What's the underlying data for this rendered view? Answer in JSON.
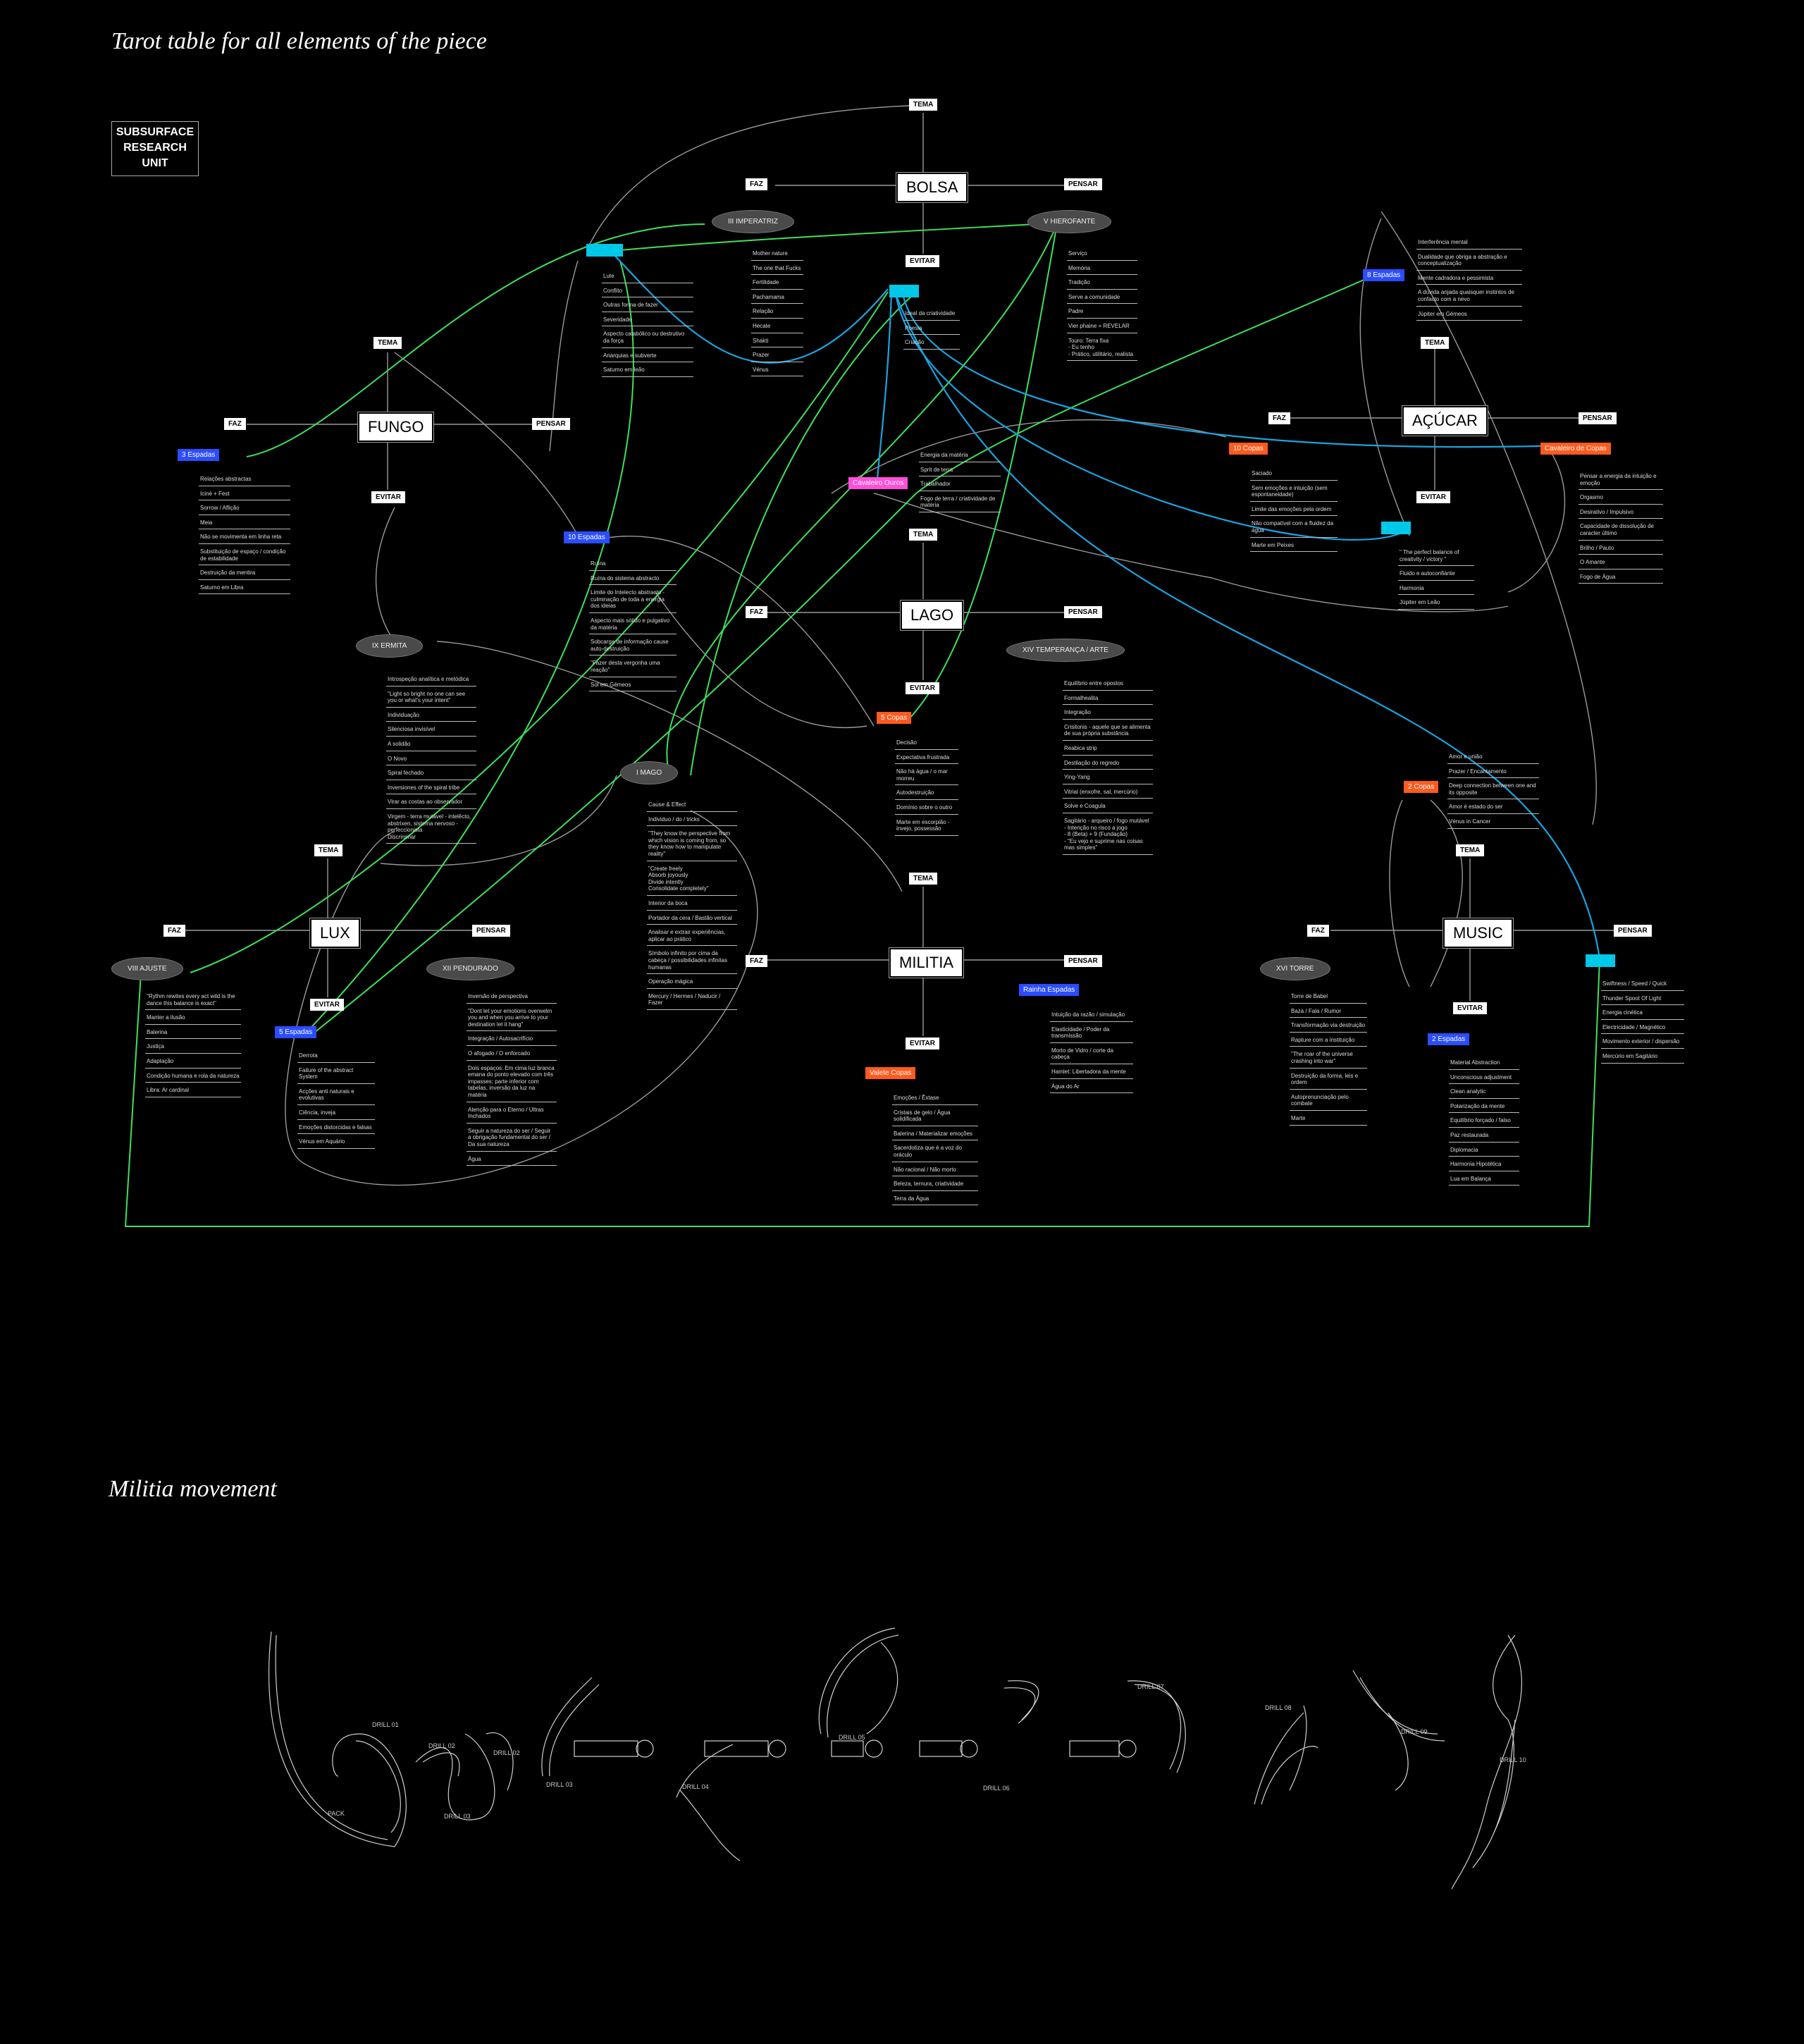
{
  "titles": {
    "main": "Tarot table for all elements of the piece",
    "movement": "Militia movement"
  },
  "logo": [
    "SUBSURFACE",
    "RESEARCH",
    "UNIT"
  ],
  "labels": {
    "tema": "TEMA",
    "faz": "FAZ",
    "pensar": "PENSAR",
    "evitar": "EVITAR"
  },
  "hubs": {
    "bolsa": "BOLSA",
    "fungo": "FUNGO",
    "acucar": "AÇÚCAR",
    "lago": "LAGO",
    "lux": "LUX",
    "militia": "MILITIA",
    "music": "MUSIC"
  },
  "ovals": {
    "imperatriz": "III IMPERATRIZ",
    "hierofante": "V HIEROFANTE",
    "ermita": "IX ERMITA",
    "mago": "I MAGO",
    "temperanca": "XIV TEMPERANÇA / ARTE",
    "ajuste": "VIII AJUSTE",
    "pendurado": "XII PENDURADO",
    "torre": "XVI TORRE"
  },
  "tags": {
    "bolsa_tema": "",
    "bolsa_evitar": "",
    "espadas8": "8 Espadas",
    "espadas3": "3 Espadas",
    "cavaleiro_ouros": "Cavaleiro Ouros",
    "espadas10": "10 Espadas",
    "copas10": "10 Copas",
    "cavaleiro_copas": "Cavaleiro de Copas",
    "acucar_evitar": "",
    "copas5": "5 Copas",
    "copas2": "2 Copas",
    "espadas5": "5 Espadas",
    "rainha_espadas": "Rainha Espadas",
    "valete_copas": "Valete Copas",
    "espadas2": "2 Espadas",
    "music_pensar": ""
  },
  "lists": {
    "bolsa_faz": [
      "Mother nature",
      "The one that Fucks",
      "Fertilidade",
      "Pachamama",
      "Relação",
      "Hecate",
      "Shakti",
      "Prazer",
      "Vénus"
    ],
    "bolsa_pensar": [
      "Serviço",
      "Memória",
      "Tradição",
      "Serve a comunidade",
      "Padre",
      "Vier phaine = REVELAR",
      "Touro: Terra fixa\n- Eu tenho\n- Prático, utilitário, realista"
    ],
    "bolsa_tema": [
      "Lute",
      "Conflito",
      "Outras forma de fazer",
      "Severidade",
      "Aspecto catabólico ou destrutivo da força",
      "Anarquias e subverte",
      "Saturno em leão"
    ],
    "bolsa_evitar": [
      "Ideal da criatividade",
      "Poesia",
      "Criação"
    ],
    "espadas8": [
      "Interferência mental",
      "Dualidade que obriga a abstração e conceptualização",
      "Mente cadradora e pessimista",
      "A dúvida anjada quaisquer instintos de confacto com a nevo",
      "Júpiter em Gémeos"
    ],
    "espadas3": [
      "Relações abstractas",
      "Iciné + Fest",
      "Sorrow / Aflição",
      "Meia",
      "Não se movimenta em linha reta",
      "Substituição de espaço / condição de estabilidade",
      "Destruição da mentira",
      "Saturno em Libra"
    ],
    "cavaleiro_ouros": [
      "Energia da matéria",
      "Sprit de terra",
      "Trabalhador",
      "Fogo de terra / criatividade de matéria"
    ],
    "copas10": [
      "Saciado",
      "Sem emoções e intuição (sem espontaneidade)",
      "Limite das emoções pela ordem",
      "Não compatível com a fluidez da água",
      "Marte em Peixes"
    ],
    "cavaleiro_copas": [
      "Pensar a energia da intuição e emoção",
      "Orgasmo",
      "Desirativo / Impulsivo",
      "Capacidade de dissolução de caracter último",
      "Brilho / Pauto",
      "O Amante",
      "Fogo de Água"
    ],
    "acucar_evitar": [
      "\" The perfect balance of creativity / victory \"",
      "Fluido e autoconfiante",
      "Harmonia",
      "Júpiter em Leão"
    ],
    "espadas10": [
      "Ruína",
      "Ruína do sistema abstracto",
      "Limite do Intelecto abstracto - culminação de toda a energia dos ideias",
      "Aspecto mais sólido e pulgativo da matéria",
      "Sobcarga de informação cause auto-destruição",
      "\"Fazer desta vergonha uma reação\"",
      "Sol em Gémeos"
    ],
    "ermita": [
      "Introspeção analítica e metódica",
      "\"Light so bright no one can see you or what's your intent\"",
      "Individuação",
      "Silenciosa invisível",
      "A solidão",
      "O Novo",
      "Spiral fechado",
      "Inversiones of the spiral tribe",
      "Virar as costas ao observador",
      "Virgem - terra mutável - intelêcto, abstrixen, sistema nervoso - perfeccionista\nDiscriminar"
    ],
    "copas5": [
      "Decisão",
      "Expectativa frustrada",
      "Não há água / o mar morreu",
      "Autodestruição",
      "Domínio sobre o outro",
      "Marte em escorpião - invejo, possessão"
    ],
    "temperanca": [
      "Equilíbrio entre opostos",
      "Formalhealita",
      "Integração",
      "Crisitonis - aquele que se alimenta de sua própria substância",
      "Reabica strip",
      "Destilação do regredo",
      "Ying-Yang",
      "Vitrial (enxofre, sal, mercúrio)",
      "Solve e Coagula",
      "Sagitário - arqueiro / fogo mutável\n- Intenção no risco a jogo\n- 8 (Beta) + 9 (Fundação)\n- \"Eu vejo e suprime nas coisas mas simples\""
    ],
    "copas2": [
      "Amor e união",
      "Prazer / Encantamento",
      "Deep connection between one and its opposite",
      "Amor é estado do ser",
      "Vénus in Cancer"
    ],
    "mago": [
      "Cause & Effect",
      "Individuo / do / tricks",
      "\"They know the perspective from which vision is coming from, so they know how to manipulate reality\"",
      "\"Create freely\nAbsorb joyously\nDivide intently\nConsolidate completely\"",
      "Interior da boca",
      "Portador da cera / Bastão vertical",
      "Analisar e extrair experiências, aplicar ao prático",
      "Símbolo infinito por cima da cabeça / possibilidades infinitas humanas",
      "Operação mágica",
      "Mercury / Hermes / Naducir / Fazer"
    ],
    "ajuste": [
      "\"Rythm rewites every act wild is the dance this balance is exact\"",
      "Manter a ilusão",
      "Balerina",
      "Justiça",
      "Adaptação",
      "Condição humana e rola da natureza",
      "Libra: Ar cardinal"
    ],
    "pendurado": [
      "Inversão de perspectiva",
      "\"Dont let your emotions overwelm you and when you arrive to your destination let it hang\"",
      "Integração / Autosacrifício",
      "O afogado / O enforcado",
      "Dois espaços: Em cima luz branca emana do ponto elevado com três impasses; parte inferior com tabelas, inversão da luz na matéria",
      "Atenção para o Eterno / Ultras Inchados",
      "Seguir a natureza do ser / Seguir a obrigação fundamental do ser / Da sua natureza",
      "Água"
    ],
    "espadas5": [
      "Derrota",
      "Failure of the abstract System",
      "Acções anti naturais e evolutivas",
      "Ciência, inveja",
      "Emoções distorcidas e falsas",
      "Vénus em Aquário"
    ],
    "rainha_espadas": [
      "Intuição da razão / simulação",
      "Elasticidade / Poder da transmissão",
      "Morto de Vidro / corte da cabeça",
      "Hamlet: Libertadora da mente",
      "Água do Ar"
    ],
    "valete_copas": [
      "Emoções / Êxtase",
      "Cristais de gelo / Água solidificada",
      "Balerina / Materializar emoções",
      "Sacerdotiza que é a voz do oráculo",
      "Não racional / Não morto",
      "Beleza, ternura, criatividade",
      "Terra da Água"
    ],
    "torre": [
      "Torre de Babel",
      "Baza / Fala / Rumor",
      "Transformação via destruição",
      "Rapture com a instituição",
      "\"The roar of the universe crashing into war\"",
      "Destruição da forma, leis e ordem",
      "Autoprenunciação pelo combate",
      "Marte"
    ],
    "espadas2": [
      "Material Abstraction",
      "Unconscious adjustment",
      "Clean analytic",
      "Polarização da mente",
      "Equilíbrio forçado / falso",
      "Paz restaurada",
      "Diplomacia",
      "Harmonia Hipotética",
      "Lua em Balança"
    ],
    "music_pensar": [
      "Swiftness / Speed / Quick",
      "Thunder Spoot Of Light",
      "Energia cinética",
      "Electricidade / Magnético",
      "Movimento exterior / dispersão",
      "Mercúrio em Sagitário"
    ]
  },
  "drills": [
    "PACK",
    "DRILL 01",
    "DRILL 02",
    "DRILL 02",
    "DRILL 03",
    "DRILL 03",
    "DRILL 04",
    "DRILL 05",
    "DRILL 06",
    "DRILL 07",
    "DRILL 08",
    "DRILL 09",
    "DRILL 10"
  ],
  "colors": {
    "green": "#3ee05a",
    "blue": "#1aa3e0",
    "grey": "#9a9a9a"
  }
}
